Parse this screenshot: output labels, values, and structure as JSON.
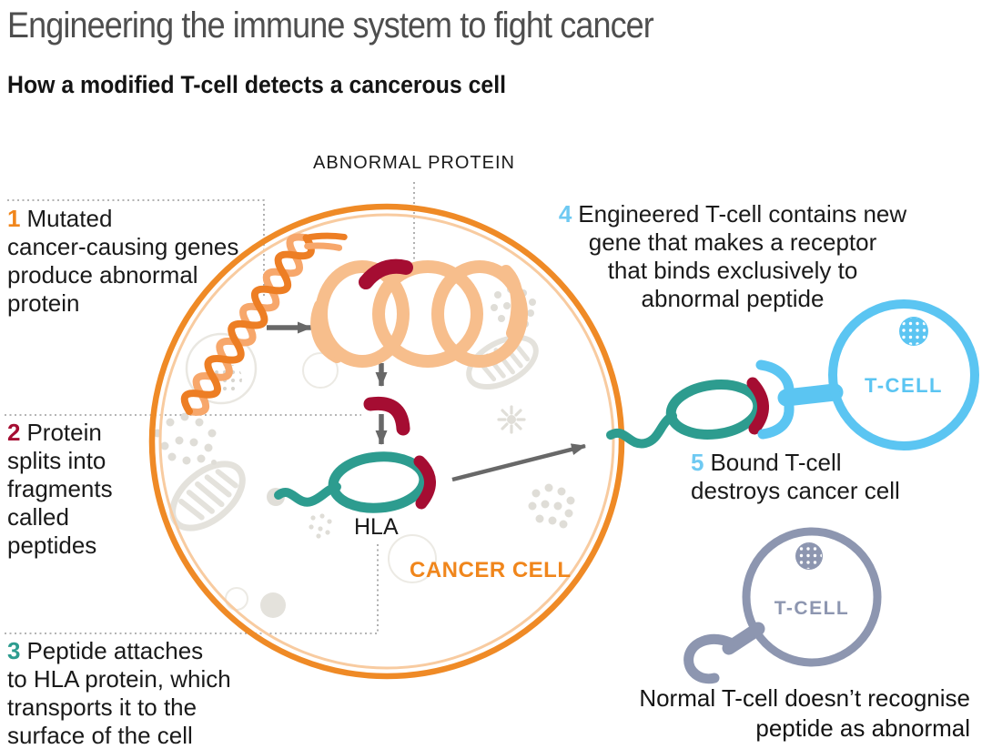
{
  "header": {
    "title": "Engineering the immune system to fight cancer",
    "subtitle": "How a modified T-cell detects a cancerous cell"
  },
  "labels": {
    "abnormal_protein": "ABNORMAL PROTEIN",
    "hla": "HLA",
    "cancer_cell": "CANCER CELL",
    "engineered_t_cell": "T-CELL",
    "normal_t_cell": "T-CELL",
    "normal_note": "Normal T-cell doesn’t recognise\npeptide as abnormal"
  },
  "steps": [
    {
      "num": "1",
      "color": "#F0861C",
      "text": "Mutated\ncancer-causing genes\nproduce abnormal\nprotein"
    },
    {
      "num": "2",
      "color": "#A50D32",
      "text": "Protein\nsplits into\nfragments\ncalled\npeptides"
    },
    {
      "num": "3",
      "color": "#2D9C8F",
      "text": "Peptide attaches\nto HLA protein, which\ntransports it to the\nsurface of the cell"
    },
    {
      "num": "4",
      "color": "#6EC9F2",
      "text": "Engineered T-cell contains new\ngene that makes a receptor\nthat binds exclusively to\nabnormal peptide"
    },
    {
      "num": "5",
      "color": "#6EC9F2",
      "text": "Bound T-cell\ndestroys cancer cell"
    }
  ],
  "colors": {
    "orange_membrane": "#EF8A26",
    "peach_protein": "#F7BE8C",
    "crimson_peptide": "#A50D32",
    "teal_hla": "#2D9C8F",
    "blue_t_cell": "#5BC5F2",
    "gray_t_cell": "#8D96B0",
    "organelle_gray": "#E4E2DC",
    "arrow_gray": "#686868",
    "title_gray": "#4E4E4E"
  }
}
